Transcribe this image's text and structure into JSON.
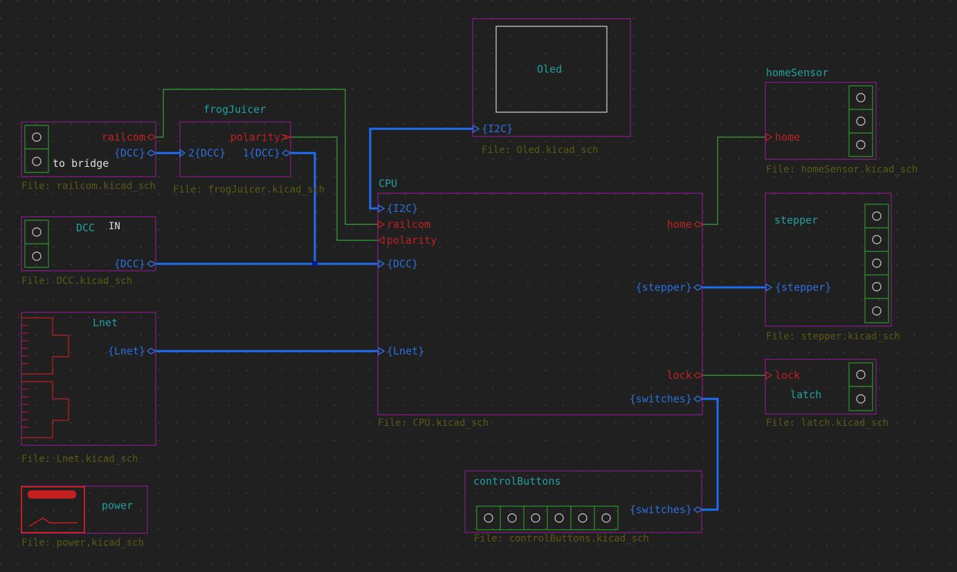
{
  "sheets": {
    "railcom": {
      "file": "File: railcom.kicad_sch",
      "pins": [
        "railcom",
        "{DCC}"
      ],
      "label": "to bridge"
    },
    "frogJuicer": {
      "name": "frogJuicer",
      "file": "File: frogJuicer.kicad_sch",
      "pins": [
        "polarity",
        "2{DCC}",
        "1{DCC}"
      ]
    },
    "dcc": {
      "name": "DCC",
      "label": "IN",
      "file": "File: DCC.kicad_sch",
      "pins": [
        "{DCC}"
      ]
    },
    "lnet": {
      "name": "Lnet",
      "file": "File: Lnet.kicad_sch",
      "pins": [
        "{Lnet}"
      ]
    },
    "power": {
      "name": "power",
      "file": "File: power.kicad_sch"
    },
    "oled": {
      "name": "Oled",
      "file": "File: Oled.kicad_sch",
      "pins": [
        "{I2C}"
      ]
    },
    "cpu": {
      "name": "CPU",
      "file": "File: CPU.kicad_sch",
      "left_pins": [
        "{I2C}",
        "railcom",
        "polarity",
        "{DCC}",
        "{Lnet}"
      ],
      "right_pins": [
        "home",
        "{stepper}",
        "lock",
        "{switches}"
      ]
    },
    "homeSensor": {
      "name": "homeSensor",
      "file": "File: homeSensor.kicad_sch",
      "pins": [
        "home"
      ]
    },
    "stepper": {
      "name": "stepper",
      "file": "File: stepper.kicad_sch",
      "pins": [
        "{stepper}"
      ]
    },
    "latch": {
      "name": "latch",
      "file": "File: latch.kicad_sch",
      "pins": [
        "lock"
      ]
    },
    "controlButtons": {
      "name": "controlButtons",
      "file": "File: controlButtons.kicad_sch",
      "pins": [
        "{switches}"
      ]
    }
  },
  "colors": {
    "background": "#202020",
    "sheet_border": "#8a1e8a",
    "bus": "#1e6ff5",
    "wire": "#3aa23a",
    "pin_red": "#c42020",
    "pin_blue": "#2b6fe0",
    "sheet_name": "#21a0a0",
    "file_text": "#5a5a14"
  }
}
